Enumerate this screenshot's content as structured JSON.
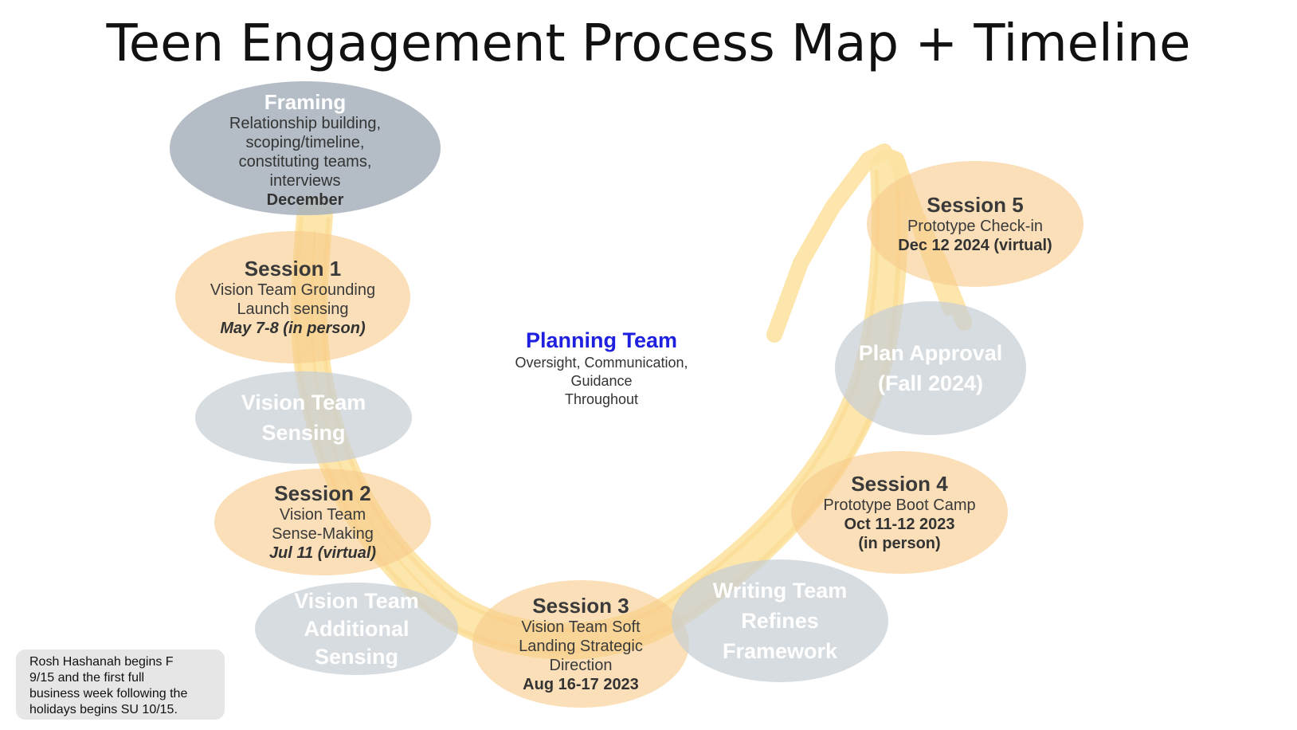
{
  "title": "Teen Engagement Process Map + Timeline",
  "colors": {
    "session_fill": "#f7cb8c",
    "sensing_fill": "#c7ced4",
    "framing_fill": "#a7b2bc",
    "arrow": "#fde3a3",
    "planning_title": "#1f1fe0"
  },
  "framing": {
    "title": "Framing",
    "lines": [
      "Relationship building,",
      "scoping/timeline,",
      "constituting teams,",
      "interviews"
    ],
    "date": "December"
  },
  "session1": {
    "title": "Session 1",
    "lines": [
      "Vision Team Grounding",
      "Launch sensing"
    ],
    "date": "May 7-8  (in person)"
  },
  "vision_sensing": {
    "lines": [
      "Vision Team",
      "Sensing"
    ]
  },
  "session2": {
    "title": "Session 2",
    "lines": [
      "Vision Team",
      "Sense-Making"
    ],
    "date": "Jul 11 (virtual)"
  },
  "additional_sensing": {
    "lines": [
      "Vision Team",
      "Additional",
      "Sensing"
    ]
  },
  "session3": {
    "title": "Session 3",
    "lines": [
      "Vision Team Soft",
      "Landing Strategic",
      "Direction"
    ],
    "date": "Aug 16-17  2023"
  },
  "writing_team": {
    "lines": [
      "Writing Team",
      "Refines",
      "Framework"
    ]
  },
  "session4": {
    "title": "Session 4",
    "lines": [
      "Prototype Boot Camp"
    ],
    "date_lines": [
      "Oct 11-12 2023",
      "(in person)"
    ]
  },
  "plan_approval": {
    "lines": [
      "Plan Approval",
      "(Fall 2024)"
    ]
  },
  "session5": {
    "title": "Session 5",
    "lines": [
      "Prototype Check-in"
    ],
    "date": "Dec 12 2024 (virtual)"
  },
  "planning_team": {
    "title": "Planning Team",
    "lines": [
      "Oversight, Communication,",
      "Guidance",
      "Throughout"
    ]
  },
  "note": {
    "lines": [
      "Rosh Hashanah begins F",
      "9/15 and the first full",
      "business week following the",
      "holidays begins SU 10/15."
    ]
  }
}
